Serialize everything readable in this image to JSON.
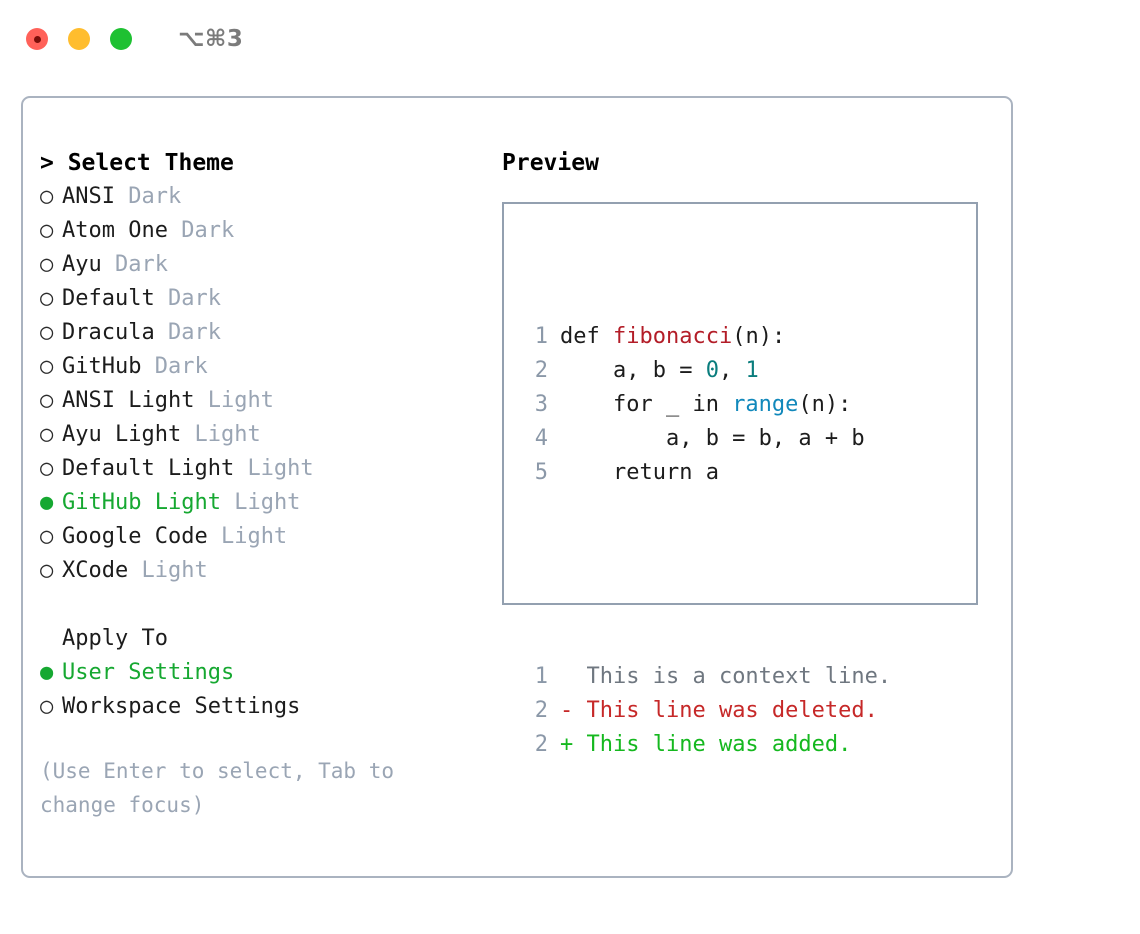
{
  "titlebar": {
    "shortcut": "⌥⌘3",
    "buttons": [
      {
        "name": "close",
        "color": "#ff6159"
      },
      {
        "name": "minimize",
        "color": "#ffbd2e"
      },
      {
        "name": "maximize",
        "color": "#1ec132"
      }
    ]
  },
  "theme_section": {
    "header": "> Select Theme",
    "items": [
      {
        "marker": "○",
        "label": "ANSI",
        "badge": "Dark",
        "selected": false
      },
      {
        "marker": "○",
        "label": "Atom One",
        "badge": "Dark",
        "selected": false
      },
      {
        "marker": "○",
        "label": "Ayu",
        "badge": "Dark",
        "selected": false
      },
      {
        "marker": "○",
        "label": "Default",
        "badge": "Dark",
        "selected": false
      },
      {
        "marker": "○",
        "label": "Dracula",
        "badge": "Dark",
        "selected": false
      },
      {
        "marker": "○",
        "label": "GitHub",
        "badge": "Dark",
        "selected": false
      },
      {
        "marker": "○",
        "label": "ANSI Light",
        "badge": "Light",
        "selected": false
      },
      {
        "marker": "○",
        "label": "Ayu Light",
        "badge": "Light",
        "selected": false
      },
      {
        "marker": "○",
        "label": "Default Light",
        "badge": "Light",
        "selected": false
      },
      {
        "marker": "●",
        "label": "GitHub Light",
        "badge": "Light",
        "selected": true
      },
      {
        "marker": "○",
        "label": "Google Code",
        "badge": "Light",
        "selected": false
      },
      {
        "marker": "○",
        "label": "XCode",
        "badge": "Light",
        "selected": false
      }
    ]
  },
  "apply_section": {
    "header": "Apply To",
    "items": [
      {
        "marker": "●",
        "label": "User Settings",
        "selected": true
      },
      {
        "marker": "○",
        "label": "Workspace Settings",
        "selected": false
      }
    ]
  },
  "hint": "(Use Enter to select, Tab to change focus)",
  "preview": {
    "title": "Preview",
    "code_lines": [
      {
        "num": "1",
        "tokens": [
          {
            "t": "def ",
            "c": "plain"
          },
          {
            "t": "fibonacci",
            "c": "fn"
          },
          {
            "t": "(n):",
            "c": "plain"
          }
        ]
      },
      {
        "num": "2",
        "tokens": [
          {
            "t": "    a, b = ",
            "c": "plain"
          },
          {
            "t": "0",
            "c": "num"
          },
          {
            "t": ", ",
            "c": "plain"
          },
          {
            "t": "1",
            "c": "num"
          }
        ]
      },
      {
        "num": "3",
        "tokens": [
          {
            "t": "    for _ in ",
            "c": "plain"
          },
          {
            "t": "range",
            "c": "builtin"
          },
          {
            "t": "(n):",
            "c": "plain"
          }
        ]
      },
      {
        "num": "4",
        "tokens": [
          {
            "t": "        a, b = b, a + b",
            "c": "plain"
          }
        ]
      },
      {
        "num": "5",
        "tokens": [
          {
            "t": "    return a",
            "c": "plain"
          }
        ]
      }
    ],
    "diff_lines": [
      {
        "num": "1",
        "sign": " ",
        "text": " This is a context line.",
        "kind": "ctx"
      },
      {
        "num": "2",
        "sign": "-",
        "text": " This line was deleted.",
        "kind": "del"
      },
      {
        "num": "2",
        "sign": "+",
        "text": " This line was added.",
        "kind": "add"
      }
    ]
  },
  "colors": {
    "selected_green": "#16a831",
    "badge_gray": "#9aa5b4",
    "border_gray": "#aab3c0",
    "preview_border": "#93a0b0",
    "fn_red": "#b31d28",
    "number_teal": "#0a7d7d",
    "builtin_blue": "#1188bb",
    "diff_delete_red": "#c62828",
    "diff_add_green": "#15b81f",
    "line_number": "#8b98a8"
  }
}
